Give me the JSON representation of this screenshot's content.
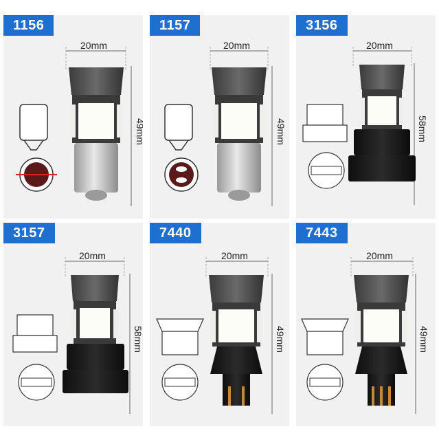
{
  "panels": [
    {
      "model": "1156",
      "width": "20mm",
      "height": "49mm"
    },
    {
      "model": "1157",
      "width": "20mm",
      "height": "49mm"
    },
    {
      "model": "3156",
      "width": "20mm",
      "height": "58mm"
    },
    {
      "model": "3157",
      "width": "20mm",
      "height": "58mm"
    },
    {
      "model": "7440",
      "width": "20mm",
      "height": "49mm"
    },
    {
      "model": "7443",
      "width": "20mm",
      "height": "49mm"
    }
  ],
  "colors": {
    "badge": "#1f6fd1",
    "panel_bg": "#f1f1f1",
    "led": "#ffffff",
    "housing": "#4a4a4a",
    "metal_base": "#c8c8c8",
    "plastic_base": "#1b1b1b"
  },
  "icons": [
    "ba15s-socket-icon",
    "bay15d-socket-icon",
    "3156-wedge-socket-icon",
    "3157-wedge-socket-icon",
    "7440-wedge-socket-icon",
    "7443-wedge-socket-icon",
    "led-bulb-icon"
  ]
}
